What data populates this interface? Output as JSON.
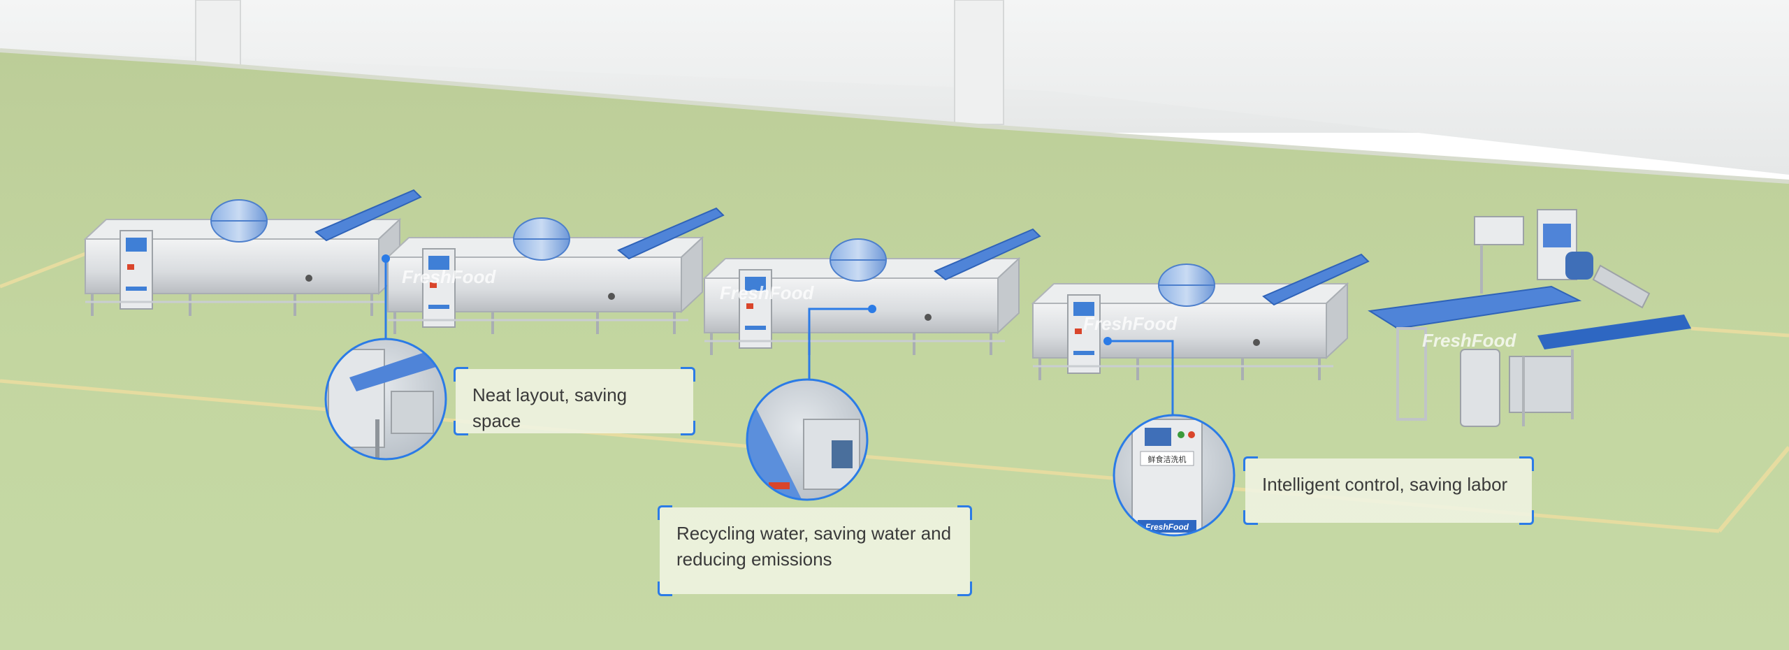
{
  "brand": {
    "name": "FreshFood",
    "panel_label": "鲜食洁洗机",
    "accent_color": "#2b7be6"
  },
  "callouts": [
    {
      "id": "layout",
      "text": "Neat layout, saving space"
    },
    {
      "id": "water",
      "text": "Recycling water, saving water and reducing emissions"
    },
    {
      "id": "control",
      "text": "Intelligent control, saving labor"
    }
  ]
}
